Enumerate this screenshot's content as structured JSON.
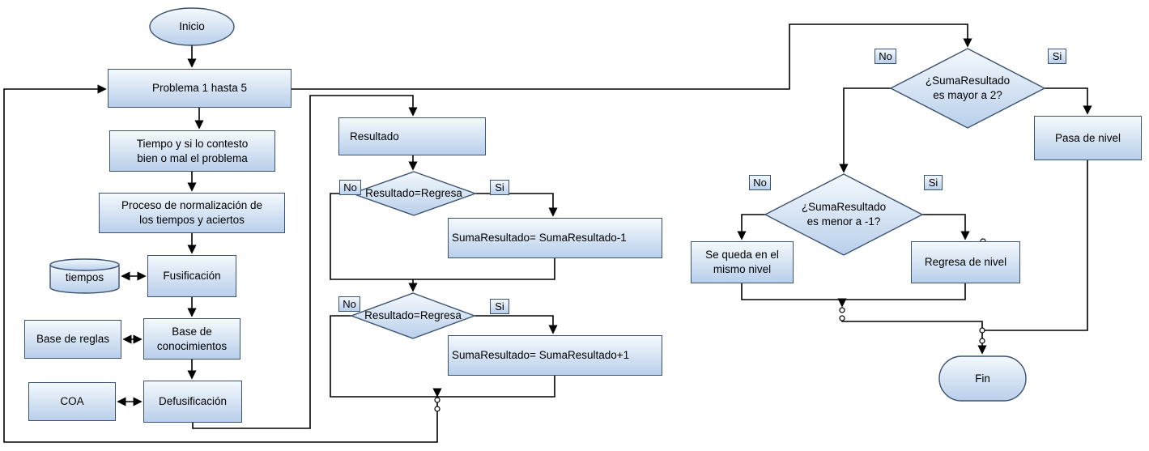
{
  "nodes": {
    "inicio": "Inicio",
    "problema": "Problema 1 hasta 5",
    "tiempo": "Tiempo y si lo contesto\nbien o mal el problema",
    "normalizacion": "Proceso de normalización de\nlos tiempos y aciertos",
    "fusificacion": "Fusificación",
    "tiempos": "tiempos",
    "base_reglas": "Base de reglas",
    "base_conocimientos": "Base de\nconocimientos",
    "coa": "COA",
    "defusificacion": "Defusificación",
    "resultado": "Resultado",
    "decision_resultado_1": "Resultado=Regresa",
    "suma_resta": "SumaResultado= SumaResultado-1",
    "decision_resultado_2": "Resultado=Regresa",
    "suma_suma": "SumaResultado= SumaResultado+1",
    "decision_mayor": "¿SumaResultado\nes mayor a 2?",
    "pasa_nivel": "Pasa de nivel",
    "decision_menor": "¿SumaResultado\nes menor a -1?",
    "queda_nivel": "Se queda en el\nmismo nivel",
    "regresa_nivel": "Regresa de nivel",
    "fin": "Fin"
  },
  "edge_labels": {
    "no": "No",
    "si": "Si"
  },
  "colors": {
    "shape_fill_top": "#f4f9fd",
    "shape_fill_bottom": "#b9cfeb",
    "shape_border": "#3b5270",
    "connector": "#000000",
    "background": "#ffffff",
    "text": "#000000"
  }
}
